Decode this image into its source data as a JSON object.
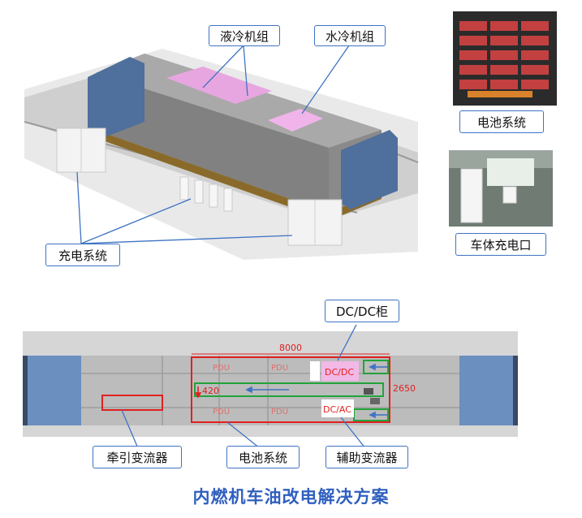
{
  "top_labels": {
    "liquid_cooling": "液冷机组",
    "water_cooling": "水冷机组",
    "battery_system": "电池系统",
    "car_charging_port": "车体充电口",
    "charging_system": "充电系统"
  },
  "plan": {
    "dcdc_cabinet": "DC/DC柜",
    "length_dim": "8000",
    "width_dim": "2650",
    "height_dim": "420",
    "pdu_label": "PDU",
    "dcdc_module": "DC/DC",
    "dcac_module": "DC/AC",
    "traction_converter": "牵引变流器",
    "battery_system": "电池系统",
    "aux_converter": "辅助变流器"
  },
  "footer": {
    "title": "内燃机车油改电解决方案"
  },
  "colors": {
    "label_border": "#3f73c4",
    "leader_line": "#3f73c4",
    "title_blue": "#2f5fbf",
    "red_outline": "#e02020",
    "green_outline": "#22a33a",
    "pink_module": "#f2b8e6",
    "cab_blue": "#6b8fbf"
  },
  "icons": [
    "red-down-arrow-icon",
    "blue-left-arrow-icon"
  ]
}
